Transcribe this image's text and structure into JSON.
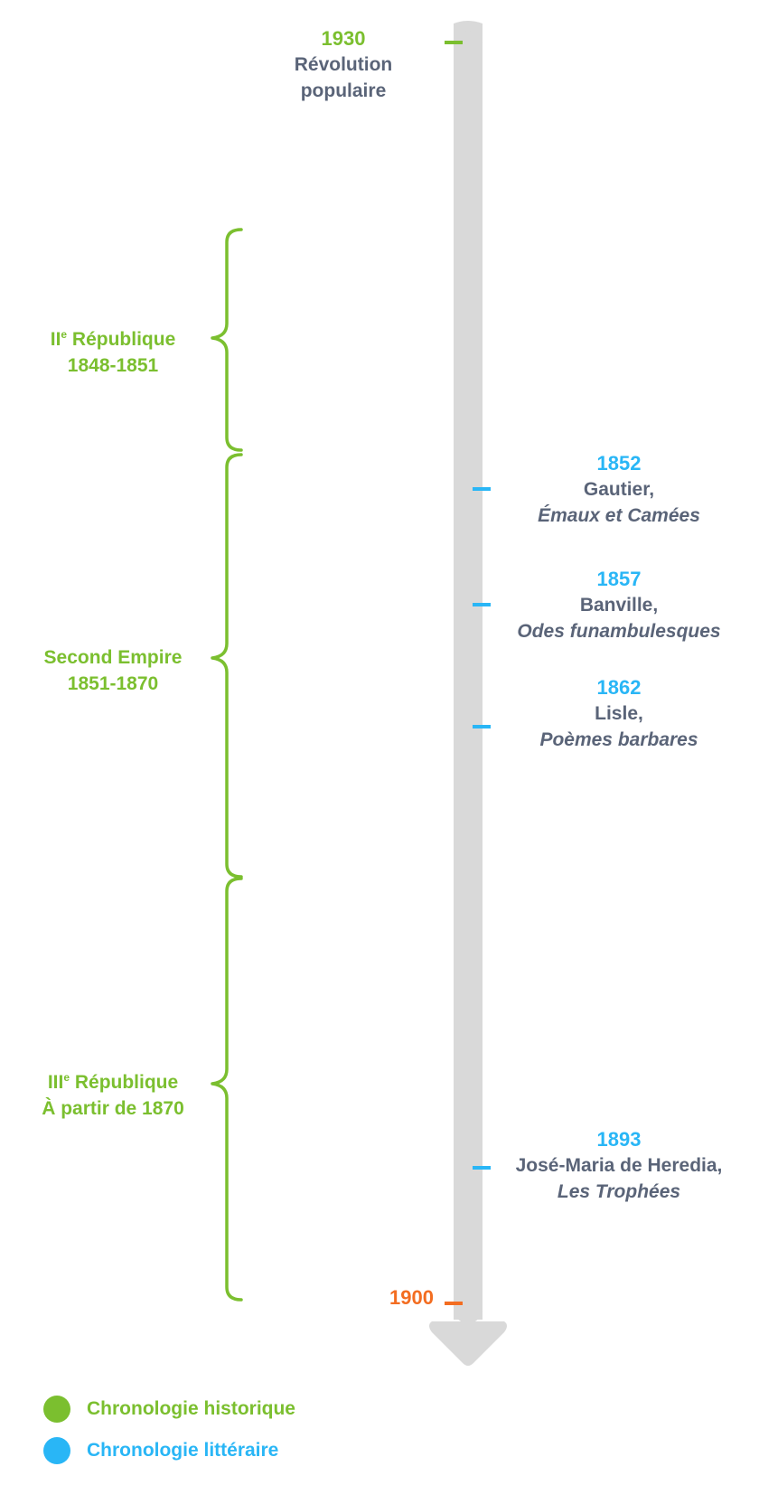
{
  "colors": {
    "historical": "#7bbf2f",
    "literary": "#29b6f6",
    "end_marker": "#f36d21",
    "axis": "#d9d9d9",
    "text": "#5a6478"
  },
  "top_event": {
    "year": "1930",
    "line1": "Révolution",
    "line2": "populaire"
  },
  "periods": [
    {
      "roman": "II",
      "sup": "e",
      "name": " République",
      "dates": "1848-1851"
    },
    {
      "roman": "",
      "sup": "",
      "name": "Second Empire",
      "dates": "1851-1870"
    },
    {
      "roman": "III",
      "sup": "e",
      "name": " République",
      "dates": "À partir de 1870"
    }
  ],
  "literary_events": [
    {
      "year": "1852",
      "author": "Gautier,",
      "work": "Émaux et Camées"
    },
    {
      "year": "1857",
      "author": "Banville,",
      "work": "Odes funambulesques"
    },
    {
      "year": "1862",
      "author": "Lisle,",
      "work": "Poèmes barbares"
    },
    {
      "year": "1893",
      "author": "José-Maria de Heredia,",
      "work": "Les Trophées"
    }
  ],
  "end_year": "1900",
  "legend": {
    "historical": "Chronologie historique",
    "literary": "Chronologie littéraire"
  }
}
